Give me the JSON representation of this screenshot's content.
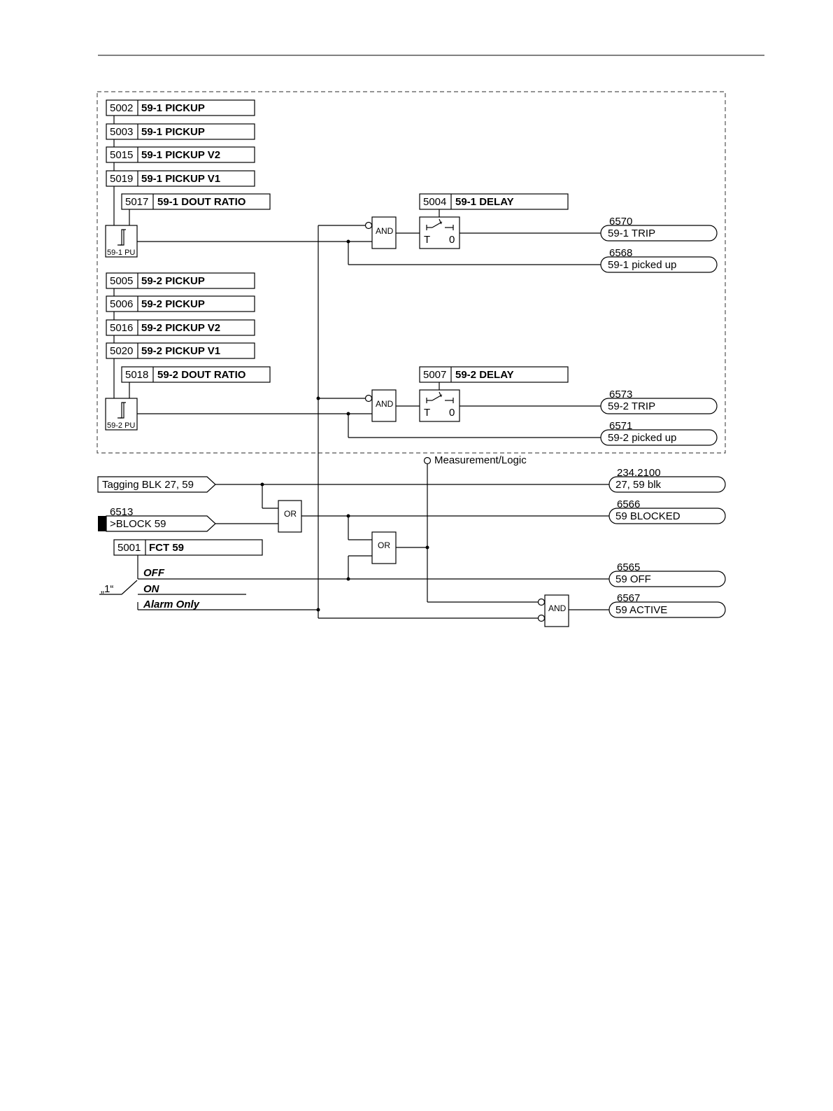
{
  "params": {
    "p5002": {
      "addr": "5002",
      "name": "59-1 PICKUP"
    },
    "p5003": {
      "addr": "5003",
      "name": "59-1 PICKUP"
    },
    "p5015": {
      "addr": "5015",
      "name": "59-1 PICKUP V2"
    },
    "p5019": {
      "addr": "5019",
      "name": "59-1 PICKUP V1"
    },
    "p5017": {
      "addr": "5017",
      "name": "59-1 DOUT RATIO"
    },
    "p5004": {
      "addr": "5004",
      "name": "59-1 DELAY"
    },
    "p5005": {
      "addr": "5005",
      "name": "59-2 PICKUP"
    },
    "p5006": {
      "addr": "5006",
      "name": "59-2 PICKUP"
    },
    "p5016": {
      "addr": "5016",
      "name": "59-2 PICKUP V2"
    },
    "p5020": {
      "addr": "5020",
      "name": "59-2 PICKUP V1"
    },
    "p5018": {
      "addr": "5018",
      "name": "59-2 DOUT RATIO"
    },
    "p5007": {
      "addr": "5007",
      "name": "59-2 DELAY"
    },
    "p5001": {
      "addr": "5001",
      "name": "FCT 59"
    }
  },
  "blocks": {
    "pu1": "59-1 PU",
    "pu2": "59-2 PU",
    "and_label": "AND",
    "or_label": "OR",
    "timer_t": "T",
    "timer_0": "0"
  },
  "outputs": {
    "o6570": {
      "num": "6570",
      "label": "59-1 TRIP"
    },
    "o6568": {
      "num": "6568",
      "label": "59-1 picked up"
    },
    "o6573": {
      "num": "6573",
      "label": "59-2 TRIP"
    },
    "o6571": {
      "num": "6571",
      "label": "59-2 picked up"
    },
    "o2342100": {
      "num": "234.2100",
      "label": "27, 59 blk"
    },
    "o6566": {
      "num": "6566",
      "label": "59 BLOCKED"
    },
    "o6565": {
      "num": "6565",
      "label": "59 OFF"
    },
    "o6567": {
      "num": "6567",
      "label": "59 ACTIVE"
    }
  },
  "inputs": {
    "tagging": "Tagging BLK 27, 59",
    "block_num": "6513",
    "block_label": ">BLOCK 59",
    "measurement": "Measurement/Logic"
  },
  "switch": {
    "label": "„1“",
    "options": [
      "OFF",
      "ON",
      "Alarm Only"
    ]
  }
}
